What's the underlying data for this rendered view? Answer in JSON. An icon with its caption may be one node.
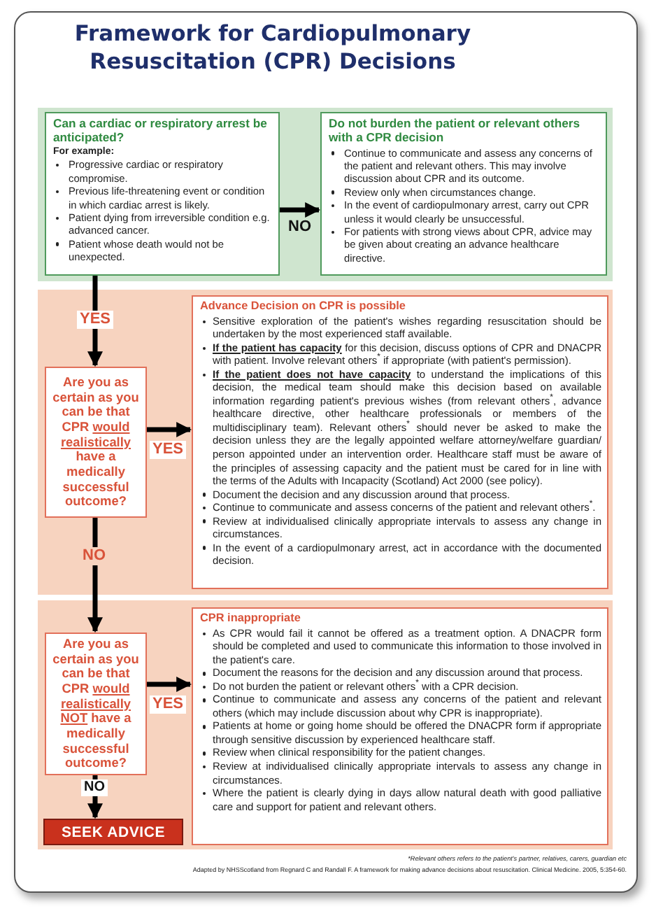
{
  "diagram": {
    "title": "Framework for Cardiopulmonary Resuscitation (CPR) Decisions",
    "nodes": [
      {
        "text": [],
        "shape": "band"
      },
      {
        "text": [
          "Can a cardiac or respiratory arrest be anticipated?",
          "For example:",
          "Progressive cardiac or respiratory compromise.",
          "Previous life-threatening event or condition in which cardiac arrest is likely.",
          "Patient dying from irreversible condition e.g. advanced cancer.",
          "Patient whose death would not be unexpected."
        ],
        "in": 0
      },
      {
        "text": [
          "Do not burden the patient or relevant others with a CPR decision",
          "Continue to communicate and assess any concerns of the patient and relevant others. This may involve discussion about CPR and its outcome.",
          "Review only when circumstances change.",
          "In the event of cardiopulmonary arrest, carry out CPR unless it would clearly be unsuccessful.",
          "For patients with strong views about CPR, advice may be given about creating an advance healthcare directive."
        ],
        "in": 0
      },
      {
        "text": [],
        "shape": "band"
      },
      {
        "text": [
          "Are you as certain as you can be that CPR **would realistically** have a medically successful outcome?"
        ],
        "in": 3
      },
      {
        "text": [
          "Advance Decision on CPR is possible",
          "Sensitive exploration of the patient's wishes regarding resuscitation should be undertaken by the most experienced staff available.",
          "**If the patient has capacity** for this decision, discuss options of CPR and DNACPR with patient. Involve relevant others$^{*}$ if appropriate (with patient's permission).",
          "**If the patient does not have capacity** to understand the implications of this decision, the medical team should make this decision based on available information regarding patient's previous wishes (from relevant others$^{*}$, advance healthcare directive, other healthcare professionals or members of the multidisciplinary team). Relevant others$^{*}$ should never be asked to make the decision unless they are the legally appointed welfare attorney/welfare guardian/ person appointed under an intervention order. Healthcare staff must be aware of the principles of assessing capacity and the patient must be cared for in line with the terms of the Adults with Incapacity (Scotland) Act 2000 (see policy).",
          "Document the decision and any discussion around that process.",
          "Continue to communicate and assess concerns of the patient and relevant others$^{*}$.",
          "Review at individualised clinically appropriate intervals to assess any change in circumstances.",
          "In the event of a cardiopulmonary arrest, act in accordance with the documented decision."
        ],
        "in": 3
      },
      {
        "text": [],
        "shape": "band"
      },
      {
        "text": [
          "Are you as certain as you can be that CPR **would realistically NOT** have a medically successful outcome?"
        ],
        "in": 6
      },
      {
        "text": [
          "CPR inappropriate",
          "As CPR would fail it cannot be offered as a treatment option. A DNACPR form should be completed and used to communicate this information to those involved in the patient's care.",
          "Document the reasons for the decision and any discussion around that process.",
          "Do not burden the patient or relevant others$^{*}$ with a CPR decision.",
          "Continue to communicate and assess any concerns of the patient and relevant others (which may include discussion about why CPR is inappropriate).",
          "Patients at home or going home should be offered the DNACPR form if appropriate through sensitive discussion by experienced healthcare staff.",
          "Review when clinical responsibility for the patient changes.",
          "Review at individualised clinically appropriate intervals to assess any change in circumstances.",
          "Where the patient is clearly dying in days allow natural death with good palliative care and support for patient and relevant others."
        ],
        "in": 6
      },
      {
        "text": [
          "SEEK ADVICE"
        ],
        "in": 6
      }
    ],
    "edges": [
      {
        "from": 1,
        "to": 2,
        "arrow": "to",
        "label": "NO"
      },
      {
        "from": 1,
        "to": 4,
        "arrow": "to",
        "label": "YES"
      },
      {
        "from": 4,
        "to": 5,
        "arrow": "to",
        "label": "YES"
      },
      {
        "from": 4,
        "to": 7,
        "arrow": "to",
        "label": "NO"
      },
      {
        "from": 7,
        "to": 8,
        "arrow": "to",
        "label": "YES"
      },
      {
        "from": 7,
        "to": 9,
        "arrow": "to",
        "label": "NO"
      }
    ],
    "labels": [
      "*Relevant others refers to the patient's partner, relatives, carers, guardian etc",
      "Adapted by NHSScotland from Regnard C and Randall F. A framework for making advance decisions about resuscitation. Clinical Medicine. 2005, 5:354-60."
    ]
  }
}
